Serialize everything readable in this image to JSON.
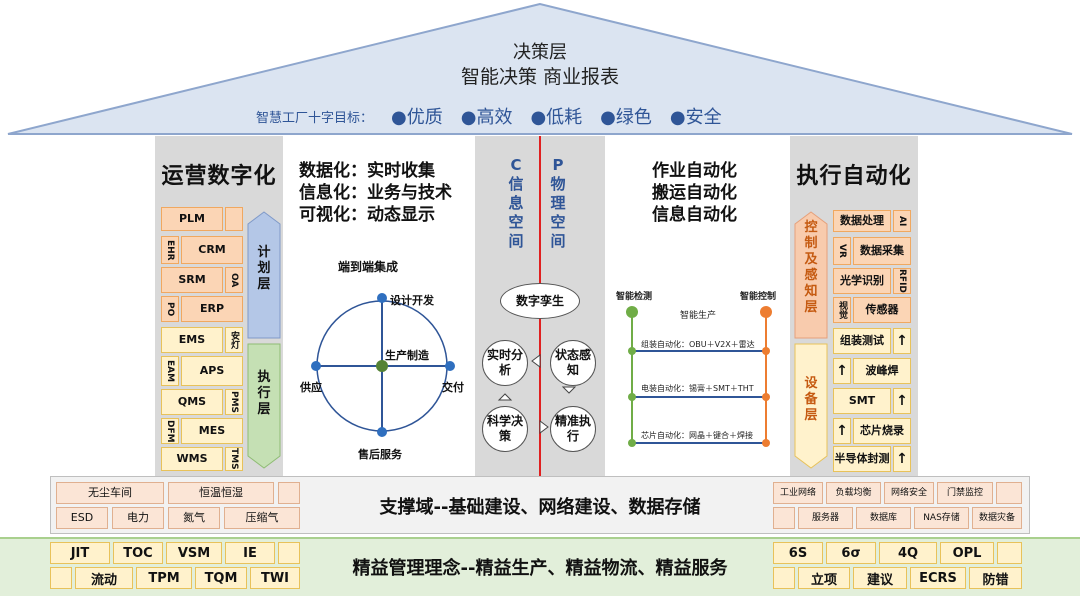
{
  "roof": {
    "title": "决策层",
    "subtitle": "智能决策 商业报表",
    "goal_label": "智慧工厂十字目标：",
    "goals": [
      "●优质",
      "●高效",
      "●低耗",
      "●绿色",
      "●安全"
    ]
  },
  "ops": {
    "title": "运营数字化",
    "plan_label": "计划层",
    "exec_label": "执行层",
    "boxes": [
      "PLM",
      "CRM",
      "EHR",
      "SRM",
      "OA",
      "PO",
      "ERP",
      "EMS",
      "安灯",
      "EAM",
      "APS",
      "QMS",
      "PMS",
      "DFM",
      "MES",
      "WMS",
      "TMS"
    ]
  },
  "data": {
    "lines": [
      "数据化：实时收集",
      "信息化：业务与技术",
      "可视化：动态显示"
    ],
    "e2e_title": "端到端集成",
    "nodes": [
      "设计开发",
      "生产制造",
      "供应",
      "交付",
      "售后服务"
    ]
  },
  "cp": {
    "c_title": "C信息空间",
    "p_title": "P物理空间",
    "twin": "数字孪生",
    "analysis": "实时分析",
    "sensing": "状态感知",
    "decision": "科学决策",
    "execution": "精准执行"
  },
  "auto": {
    "lines": [
      "作业自动化",
      "搬运自动化",
      "信息自动化"
    ],
    "detect": "智能检测",
    "control": "智能控制",
    "production": "智能生产",
    "rows": [
      "组装自动化：OBU＋V2X＋雷达",
      "电装自动化：锡膏＋SMT＋THT",
      "芯片自动化：网晶＋键合＋焊接"
    ]
  },
  "exec": {
    "title": "执行自动化",
    "sense_label": "控制及感知层",
    "device_label": "设备层",
    "boxes": [
      "数据处理",
      "AI",
      "VR",
      "数据采集",
      "光学识别",
      "RFID",
      "视觉",
      "传感器",
      "组装测试",
      "波峰焊",
      "SMT",
      "芯片烧录",
      "半导体封测"
    ]
  },
  "support": {
    "title": "支撑域--基础建设、网络建设、数据存储",
    "left": [
      "无尘车间",
      "恒温恒湿",
      "ESD",
      "电力",
      "氮气",
      "压缩气"
    ],
    "right": [
      "工业网络",
      "负载均衡",
      "网络安全",
      "门禁监控",
      "服务器",
      "数据库",
      "NAS存储",
      "数据灾备"
    ]
  },
  "lean": {
    "title": "精益管理理念--精益生产、精益物流、精益服务",
    "left": [
      "JIT",
      "TOC",
      "VSM",
      "IE",
      "流动",
      "TPM",
      "TQM",
      "TWI"
    ],
    "right": [
      "6S",
      "6σ",
      "4Q",
      "OPL",
      "立项",
      "建议",
      "ECRS",
      "防错"
    ]
  }
}
